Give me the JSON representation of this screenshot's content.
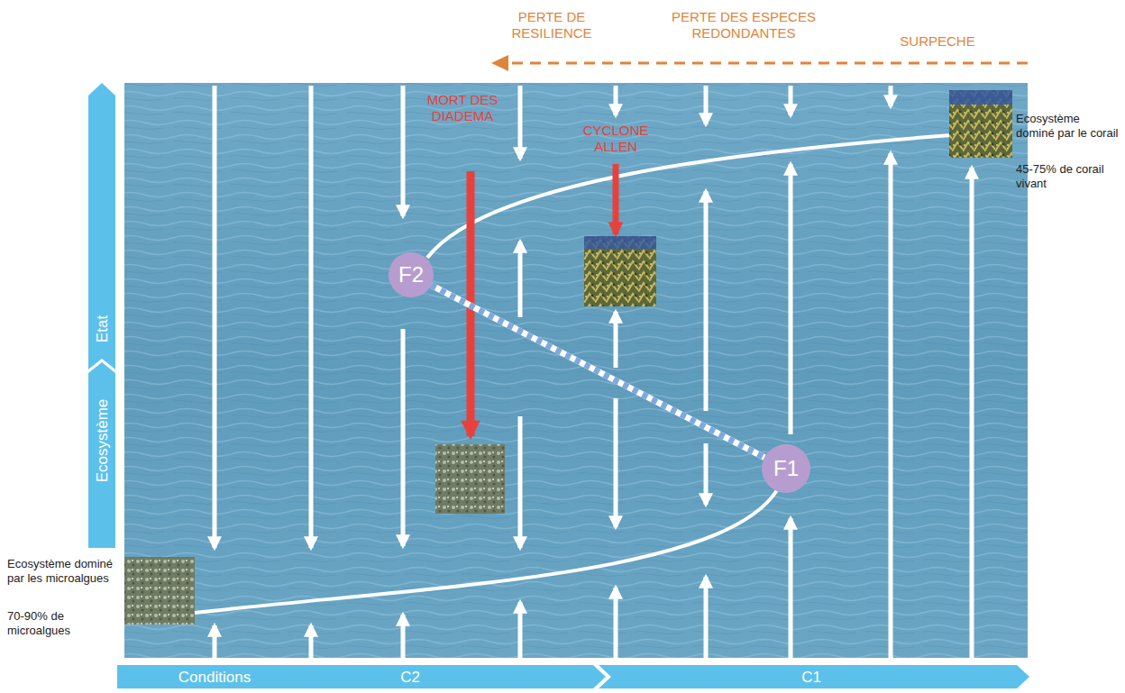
{
  "diagram": {
    "nodes": [
      {
        "text": [
          "Etat"
        ]
      },
      {
        "text": [
          "Ecosystème"
        ]
      },
      {
        "text": [
          "F2"
        ]
      },
      {
        "text": [
          "F1"
        ]
      },
      {
        "text": [
          "Conditions",
          "C2"
        ]
      },
      {
        "text": [
          "C1"
        ]
      }
    ],
    "edges": [
      {
        "from": 2,
        "to": 3,
        "arrow": "none"
      }
    ],
    "labels": [
      "PERTE DE RESILIENCE",
      "PERTE DES ESPECES REDONDANTES",
      "SURPECHE",
      "MORT DES DIADEMA",
      "CYCLONE ALLEN",
      "Ecosystème dominé par le corail",
      "45-75% de corail vivant",
      "Ecosystème dominé par les microalgues",
      "70-90% de microalgues"
    ]
  }
}
